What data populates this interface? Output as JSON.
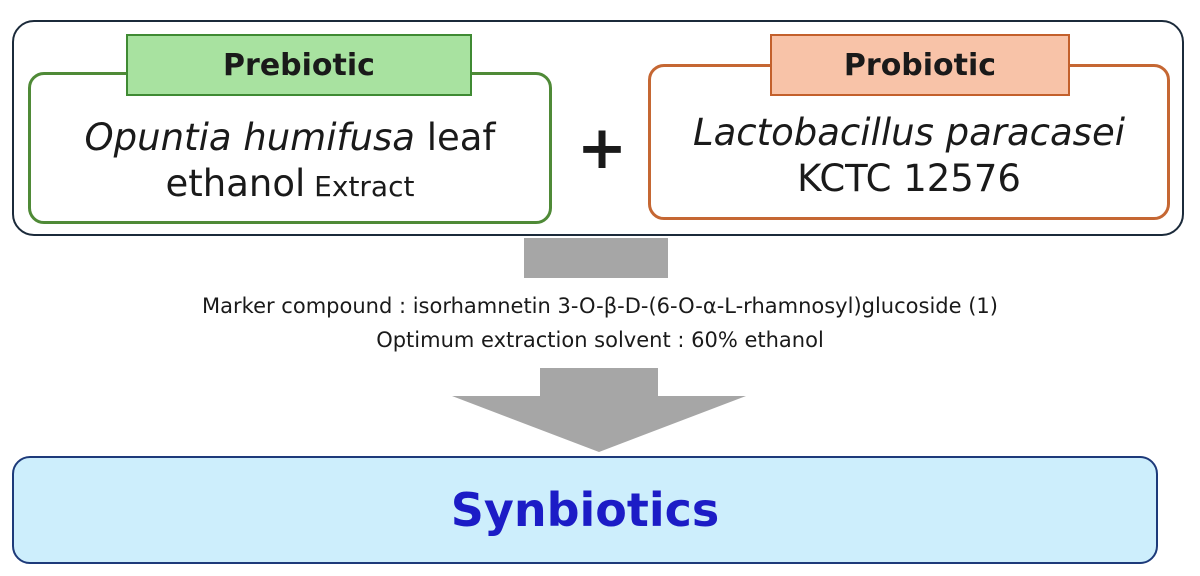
{
  "prebiotic": {
    "tag": "Prebiotic",
    "species": "Opuntia humifusa",
    "line1_rest": " leaf",
    "line2_a": "ethanol",
    "line2_b": " Extract"
  },
  "operator": "+",
  "probiotic": {
    "tag": "Probiotic",
    "species": "Lactobacillus paracasei",
    "strain": "KCTC 12576"
  },
  "notes": {
    "marker": "Marker compound : isorhamnetin 3-O-β-D-(6-O-α-L-rhamnosyl)glucoside (1)",
    "solvent": "Optimum extraction solvent : 60% ethanol"
  },
  "result": "Synbiotics",
  "colors": {
    "prebiotic_border": "#4f8a37",
    "prebiotic_tag_fill": "#a8e2a0",
    "probiotic_border": "#c56733",
    "probiotic_tag_fill": "#f8c3a8",
    "arrow": "#a6a6a6",
    "result_fill": "#cdeefc",
    "result_text": "#1c1cc6"
  }
}
